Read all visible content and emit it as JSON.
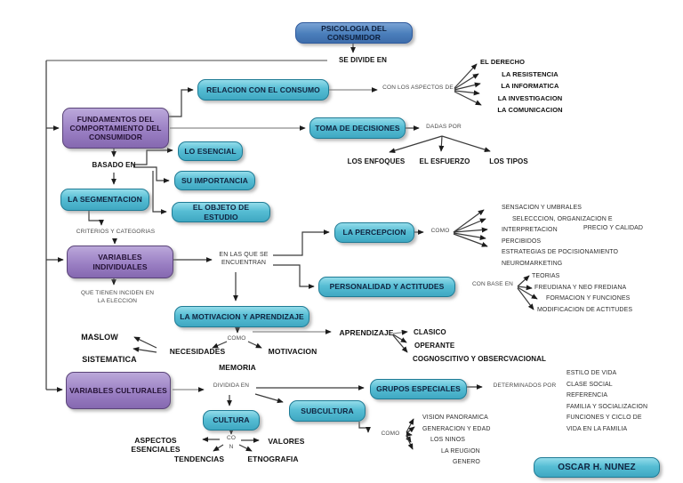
{
  "title": "PSICOLOGIA DEL CONSUMIDOR",
  "colors": {
    "node_blue": "#4a7ebb",
    "node_teal": "#4bacc6",
    "node_purple": "#9a7fc3",
    "teal_border": "#1f7b95",
    "purple_border": "#5a4478",
    "blue_border": "#2f5a9d",
    "line": "#3a3a3a"
  },
  "boxes": {
    "root": "PSICOLOGIA DEL CONSUMIDOR",
    "relacion": "RELACION CON EL CONSUMO",
    "toma": "TOMA DE DECISIONES",
    "fundamentos": "FUNDAMENTOS DEL COMPORTAMIENTO DEL CONSUMIDOR",
    "lo_esencial": "LO ESENCIAL",
    "su_importancia": "SU IMPORTANCIA",
    "objeto_estudio": "EL OBJETO DE ESTUDIO",
    "segmentacion": "LA SEGMENTACION",
    "variables_individuales": "VARIABLES INDIVIDUALES",
    "percepcion": "LA PERCEPCION",
    "personalidad": "PERSONALIDAD Y ACTITUDES",
    "motivacion_aprendizaje": "LA MOTIVACION Y APRENDIZAJE",
    "variables_culturales": "VARIABLES CULTURALES",
    "cultura": "CULTURA",
    "subcultura": "SUBCULTURA",
    "grupos_especiales": "GRUPOS ESPECIALES",
    "author": "OSCAR H. NUNEZ"
  },
  "connector_labels": {
    "se_divide_en": "SE DIVIDE EN",
    "con_los_aspectos_de": "CON LOS ASPECTOS DE",
    "dadas_por": "DADAS POR",
    "basado_en": "BASADO EN",
    "criterios_y_categorias": "CRITERIOS Y CATEGORIAS",
    "que_tienen": "QUE TIENEN INCIDEN EN LA ELECCION",
    "en_las_que": "EN LAS QUE SE ENCUENTRAN",
    "como_percepcion": "COMO",
    "con_base_en": "CON BASE EN",
    "como_motivacion": "COMO",
    "dividida_en": "DIVIDIDA EN",
    "determinados_por": "DETERMINADOS POR",
    "como_subcultura": "COMO",
    "con_cultura_line1": "CO",
    "con_cultura_line2": "N"
  },
  "lists": {
    "aspectos": [
      "EL DERECHO",
      "LA RESISTENCIA",
      "LA INFORMATICA",
      "LA INVESTIGACION",
      "LA COMUNICACION"
    ],
    "decisiones": [
      "LOS ENFOQUES",
      "EL ESFUERZO",
      "LOS TIPOS"
    ],
    "percepcion": [
      "SENSACION Y UMBRALES",
      "SELECCCION, ORGANIZACION E",
      "INTERPRETACION",
      "PERCIBIDOS",
      "ESTRATEGIAS DE POCISIONAMIENTO",
      "NEUROMARKETING"
    ],
    "precio_calidad": "PRECIO Y CALIDAD",
    "personalidad": [
      "TEORIAS",
      "FREUDIANA Y NEO FREDIANA",
      "FORMACION Y FUNCIONES",
      "MODIFICACION DE ACTITUDES"
    ],
    "aprendizaje": [
      "CLASICO",
      "OPERANTE",
      "COGNOSCITIVO Y OBSERCVACIONAL"
    ],
    "grupos": [
      "ESTILO DE VIDA",
      "CLASE SOCIAL",
      "REFERENCIA",
      "FAMILIA Y SOCIALIZACION",
      "FUNCIONES Y CICLO DE VIDA EN LA FAMILIA"
    ],
    "subcultura": [
      "VISION PANORAMICA",
      "GENERACION Y EDAD",
      "LOS NINOS",
      "LA REUGION",
      "GENERO"
    ]
  },
  "terms": {
    "maslow": "MASLOW",
    "sistematica": "SISTEMATICA",
    "necesidades": "NECESIDADES",
    "memoria": "MEMORIA",
    "motivacion": "MOTIVACION",
    "aprendizaje": "APRENDIZAJE",
    "aspectos_esenciales": "ASPECTOS ESENCIALES",
    "valores": "VALORES",
    "tendencias": "TENDENCIAS",
    "etnografia": "ETNOGRAFIA"
  }
}
